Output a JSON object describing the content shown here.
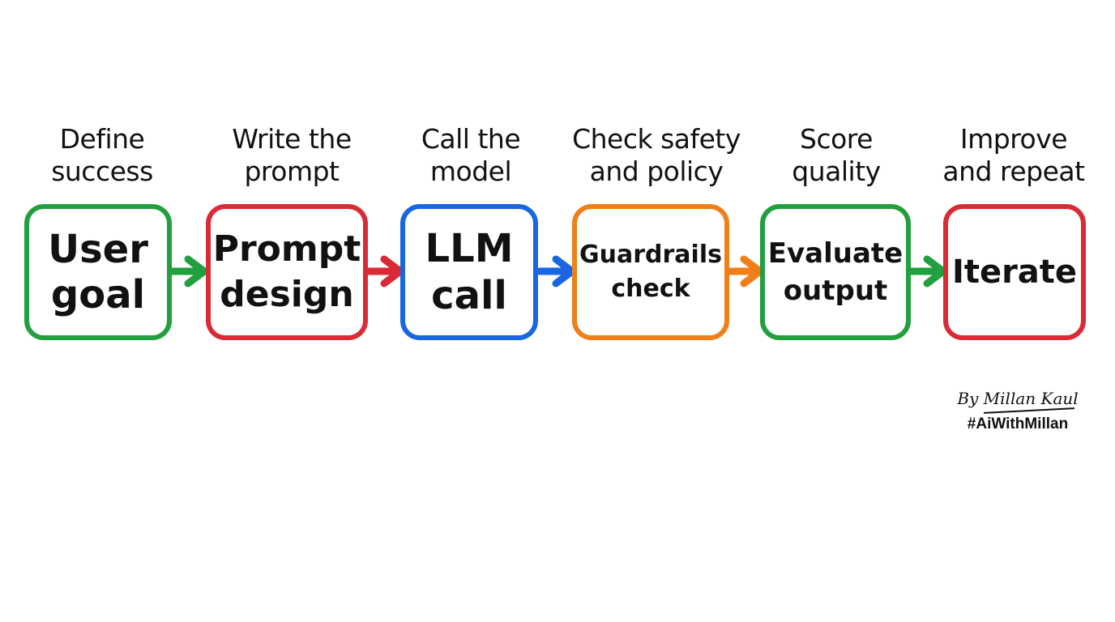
{
  "steps": [
    {
      "caption": [
        "Define",
        "success"
      ],
      "label": [
        "User",
        "goal"
      ],
      "color": "#22a040"
    },
    {
      "caption": [
        "Write the",
        "prompt"
      ],
      "label": [
        "Prompt",
        "design"
      ],
      "color": "#d92b35"
    },
    {
      "caption": [
        "Call the",
        "model"
      ],
      "label": [
        "LLM",
        "call"
      ],
      "color": "#1a66e0"
    },
    {
      "caption": [
        "Check safety",
        "and policy"
      ],
      "label": [
        "Guardrails",
        "check"
      ],
      "color": "#f07f1a"
    },
    {
      "caption": [
        "Score",
        "quality"
      ],
      "label": [
        "Evaluate",
        "output"
      ],
      "color": "#22a040"
    },
    {
      "caption": [
        "Improve",
        "and repeat"
      ],
      "label": [
        "Iterate"
      ],
      "color": "#d92b35"
    }
  ],
  "arrows": [
    {
      "from": "User goal",
      "to": "Prompt design",
      "color": "#22a040"
    },
    {
      "from": "Prompt design",
      "to": "LLM call",
      "color": "#d92b35"
    },
    {
      "from": "LLM call",
      "to": "Guardrails check",
      "color": "#1a66e0"
    },
    {
      "from": "Guardrails check",
      "to": "Evaluate output",
      "color": "#f07f1a"
    },
    {
      "from": "Evaluate output",
      "to": "Iterate",
      "color": "#22a040"
    }
  ],
  "signature": {
    "name": "By Millan Kaul",
    "hashtag": "#AiWithMillan"
  }
}
